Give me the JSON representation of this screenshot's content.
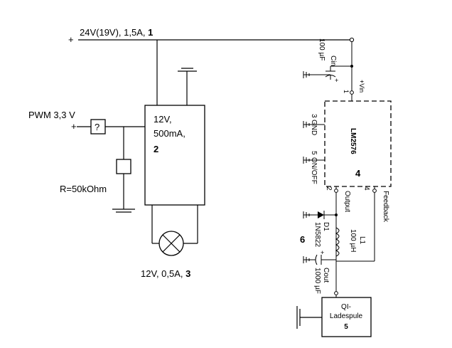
{
  "supply": {
    "plus": "+",
    "label": "24V(19V), 1,5A, ",
    "number": "1"
  },
  "pwm": {
    "label": "PWM 3,3 V",
    "plus": "+",
    "unknown": "?"
  },
  "resistor": {
    "label": "R=50kOhm"
  },
  "module": {
    "line1": "12V,",
    "line2": "500mA,",
    "number": "2"
  },
  "lamp": {
    "label": "12V, 0,5A, ",
    "number": "3"
  },
  "ic": {
    "name": "LM2576",
    "number": "4",
    "pin1": "1",
    "pin1_name": "+Vin",
    "pin2": "2",
    "pin2_name": "Output",
    "pin3": "3",
    "pin3_name": "GND",
    "pin4": "4",
    "pin4_name": "Feedback",
    "pin5": "5",
    "pin5_name": "ON/OFF"
  },
  "cin": {
    "name": "Cin",
    "value": "100 µF",
    "plus": "+"
  },
  "diode": {
    "name": "D1",
    "part": "1N5822"
  },
  "inductor": {
    "name": "L1",
    "value": "100 µH"
  },
  "cout": {
    "name": "Cout",
    "value": "1000 µF",
    "plus": "+"
  },
  "label6": "6",
  "qi": {
    "line1": "QI-",
    "line2": "Ladespule",
    "number": "5"
  }
}
